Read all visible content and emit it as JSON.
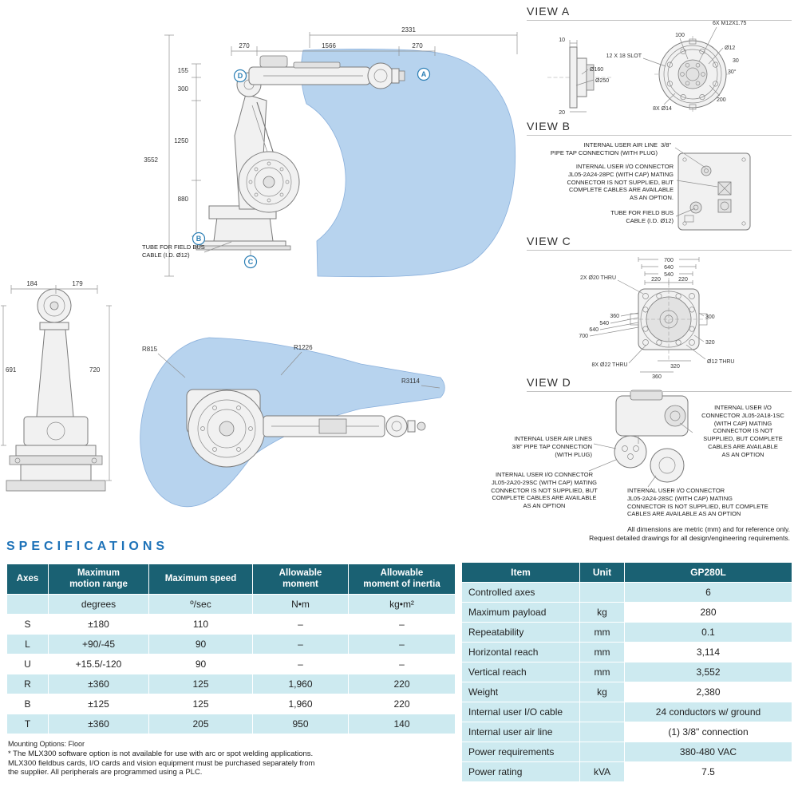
{
  "doc": {
    "spec_heading": "SPECIFICATIONS",
    "dimension_note": "All dimensions are metric (mm) and for reference only.\nRequest detailed drawings for all design/engineering requirements."
  },
  "side_view": {
    "dim_overall_reach": "2331",
    "dim_270_left": "270",
    "dim_arm_length": "1566",
    "dim_270_right": "270",
    "dim_155": "155",
    "dim_300": "300",
    "dim_1250": "1250",
    "dim_880": "880",
    "dim_overall_height": "3552",
    "point_a": "A",
    "point_b": "B",
    "point_c": "C",
    "point_d": "D",
    "tube_label": "TUBE FOR FIELD BUS\nCABLE (I.D. Ø12)"
  },
  "front_view": {
    "dim_184": "184",
    "dim_179": "179",
    "dim_691": "691",
    "dim_720": "720"
  },
  "top_view": {
    "r_inner": "R815",
    "r_mid": "R1226",
    "r_max": "R3114"
  },
  "view_a": {
    "title": "VIEW A",
    "dim_10": "10",
    "dim_20": "20",
    "dim_d160": "Ø160",
    "dim_d250": "Ø250",
    "slot_label": "12 X 18 SLOT",
    "bolt_label": "6X M12X1.75",
    "dim_100": "100",
    "dim_d12": "Ø12",
    "dim_30": "30",
    "angle_30": "30°",
    "dim_200": "200",
    "holes_label": "8X Ø14"
  },
  "view_b": {
    "title": "VIEW B",
    "air_line_label": "INTERNAL USER AIR LINE\nPIPE TAP CONNECTION (WITH PLUG)",
    "air_line_size": "3/8\"",
    "io_connector_label": "INTERNAL USER I/O CONNECTOR\nJL05-2A24-28PC (WITH CAP) MATING\nCONNECTOR IS NOT SUPPLIED, BUT\nCOMPLETE CABLES ARE AVAILABLE\nAS AN OPTION.",
    "tube_label": "TUBE FOR FIELD BUS\nCABLE (I.D. Ø12)"
  },
  "view_c": {
    "title": "VIEW C",
    "dim_700_top": "700",
    "dim_640_top": "640",
    "dim_540_top": "540",
    "dim_220_left": "220",
    "dim_220_right": "220",
    "holes_20": "2X Ø20 THRU",
    "dim_360_left": "360",
    "dim_540_left": "540",
    "dim_640_left": "640",
    "dim_700_left": "700",
    "dim_300_right": "300",
    "dim_320_right": "320",
    "holes_22": "8X Ø22 THRU",
    "dim_320_bottom": "320",
    "dim_360_bottom": "360",
    "hole_12": "Ø12 THRU"
  },
  "view_d": {
    "title": "VIEW D",
    "air_lines_label": "INTERNAL USER AIR LINES\n3/8\" PIPE TAP CONNECTION\n(WITH PLUG)",
    "io_top_right": "INTERNAL USER I/O\nCONNECTOR JL05-2A18-1SC\n(WITH CAP) MATING\nCONNECTOR IS NOT\nSUPPLIED, BUT COMPLETE\nCABLES ARE AVAILABLE\nAS AN OPTION",
    "io_bottom_left": "INTERNAL USER I/O CONNECTOR\nJL05-2A20-29SC (WITH CAP) MATING\nCONNECTOR IS NOT SUPPLIED, BUT\nCOMPLETE CABLES ARE AVAILABLE\nAS AN OPTION",
    "io_bottom_right": "INTERNAL USER I/O CONNECTOR\nJL05-2A24-28SC (WITH CAP) MATING\nCONNECTOR IS NOT SUPPLIED, BUT COMPLETE\nCABLES ARE AVAILABLE AS AN OPTION"
  },
  "axes_table": {
    "headers": [
      "Axes",
      "Maximum\nmotion range",
      "Maximum speed",
      "Allowable\nmoment",
      "Allowable\nmoment of inertia"
    ],
    "units": [
      "",
      "degrees",
      "º/sec",
      "N•m",
      "kg•m²"
    ],
    "rows": [
      [
        "S",
        "±180",
        "110",
        "–",
        "–"
      ],
      [
        "L",
        "+90/-45",
        "90",
        "–",
        "–"
      ],
      [
        "U",
        "+15.5/-120",
        "90",
        "–",
        "–"
      ],
      [
        "R",
        "±360",
        "125",
        "1,960",
        "220"
      ],
      [
        "B",
        "±125",
        "125",
        "1,960",
        "220"
      ],
      [
        "T",
        "±360",
        "205",
        "950",
        "140"
      ]
    ]
  },
  "spec_table": {
    "headers": [
      "Item",
      "Unit",
      "GP280L"
    ],
    "rows": [
      [
        "Controlled axes",
        "",
        "6"
      ],
      [
        "Maximum payload",
        "kg",
        "280"
      ],
      [
        "Repeatability",
        "mm",
        "0.1"
      ],
      [
        "Horizontal reach",
        "mm",
        "3,114"
      ],
      [
        "Vertical reach",
        "mm",
        "3,552"
      ],
      [
        "Weight",
        "kg",
        "2,380"
      ],
      [
        "Internal user I/O cable",
        "",
        "24 conductors w/ ground"
      ],
      [
        "Internal user air line",
        "",
        "(1) 3/8\" connection"
      ],
      [
        "Power requirements",
        "",
        "380-480 VAC"
      ],
      [
        "Power rating",
        "kVA",
        "7.5"
      ]
    ]
  },
  "footnotes": {
    "mounting": "Mounting Options: Floor",
    "mlx_note": "* The MLX300 software option is not available for use with arc or spot welding applications.",
    "supplier_note": "MLX300 fieldbus cards, I/O cards and vision equipment must be purchased separately from\nthe supplier. All peripherals are programmed using a PLC."
  },
  "colors": {
    "header_teal": "#1a6173",
    "row_cyan": "#cdeaf0",
    "accent_blue": "#1d72b8",
    "envelope_blue": "#b7d3ee"
  }
}
